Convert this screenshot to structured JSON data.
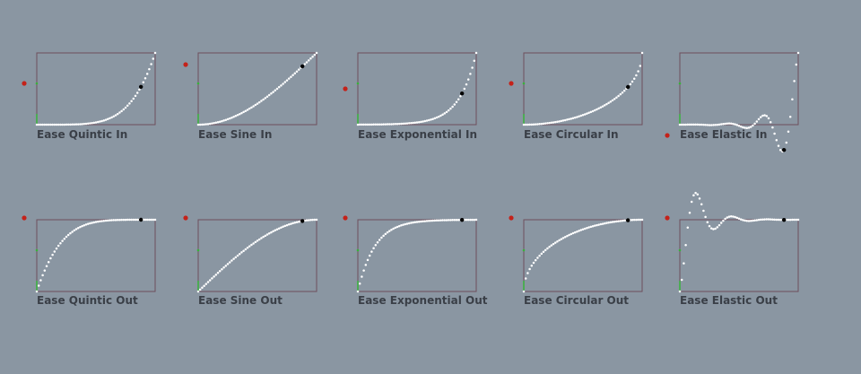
{
  "colors": {
    "background": "#8a96a2",
    "box_stroke": "#6e4f5c",
    "dot": "#ffffff",
    "marker": "#000000",
    "red_dot": "#c4221a",
    "green_tick": "#38b23a",
    "label": "#3a3f47"
  },
  "chart_data": [
    {
      "type": "scatter",
      "title": "Ease Quintic In",
      "easing": "quintic-in",
      "marker_t": 0.88
    },
    {
      "type": "scatter",
      "title": "Ease Sine In",
      "easing": "sine-in",
      "marker_t": 0.88
    },
    {
      "type": "scatter",
      "title": "Ease Exponential In",
      "easing": "expo-in",
      "marker_t": 0.88
    },
    {
      "type": "scatter",
      "title": "Ease Circular In",
      "easing": "circ-in",
      "marker_t": 0.88
    },
    {
      "type": "scatter",
      "title": "Ease Elastic In",
      "easing": "elastic-in",
      "marker_t": 0.88
    },
    {
      "type": "scatter",
      "title": "Ease Quintic Out",
      "easing": "quintic-out",
      "marker_t": 0.88
    },
    {
      "type": "scatter",
      "title": "Ease Sine Out",
      "easing": "sine-out",
      "marker_t": 0.88
    },
    {
      "type": "scatter",
      "title": "Ease Exponential Out",
      "easing": "expo-out",
      "marker_t": 0.88
    },
    {
      "type": "scatter",
      "title": "Ease Circular Out",
      "easing": "circ-out",
      "marker_t": 0.88
    },
    {
      "type": "scatter",
      "title": "Ease Elastic Out",
      "easing": "elastic-out",
      "marker_t": 0.88
    }
  ]
}
